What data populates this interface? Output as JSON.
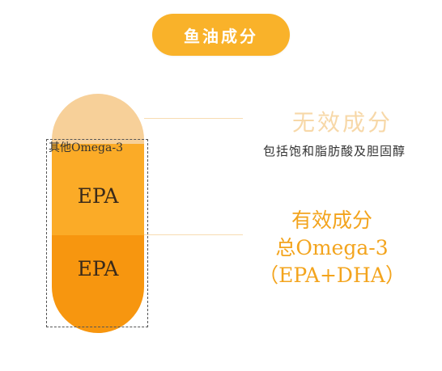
{
  "title": "鱼油成分",
  "colors": {
    "pill": "#f9b22a",
    "capsule_top": "#f7d099",
    "capsule_mid": "#fbab27",
    "capsule_bottom": "#f7960f",
    "invalid_text": "#f7d8a8",
    "valid_text": "#f3a41d"
  },
  "capsule": {
    "other_label": "其他Omega-3",
    "segment_labels": [
      "EPA",
      "EPA"
    ]
  },
  "invalid": {
    "title": "无效成分",
    "description": "包括饱和脂肪酸及胆固醇"
  },
  "valid": {
    "title": "有效成分",
    "line2": "总Omega-3",
    "line3": "（EPA+DHA）"
  }
}
